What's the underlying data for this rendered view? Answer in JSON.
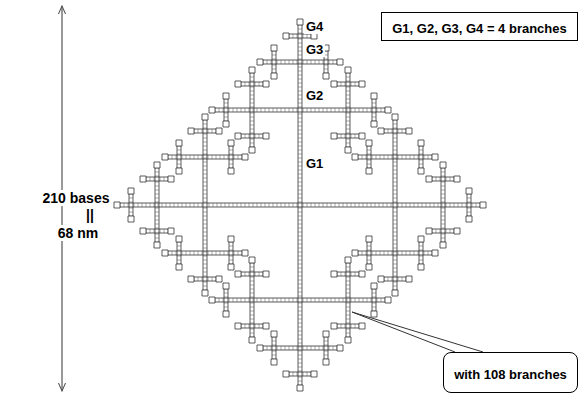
{
  "diagram": {
    "nodes": [
      {
        "text": [
          "G1, G2, G3, G4 = 4 branches"
        ]
      },
      {
        "text": [
          "with 108 branches"
        ]
      }
    ],
    "labels": [
      "G4",
      "G3",
      "G2",
      "G1",
      "210 bases",
      "||",
      "68 nm"
    ]
  }
}
